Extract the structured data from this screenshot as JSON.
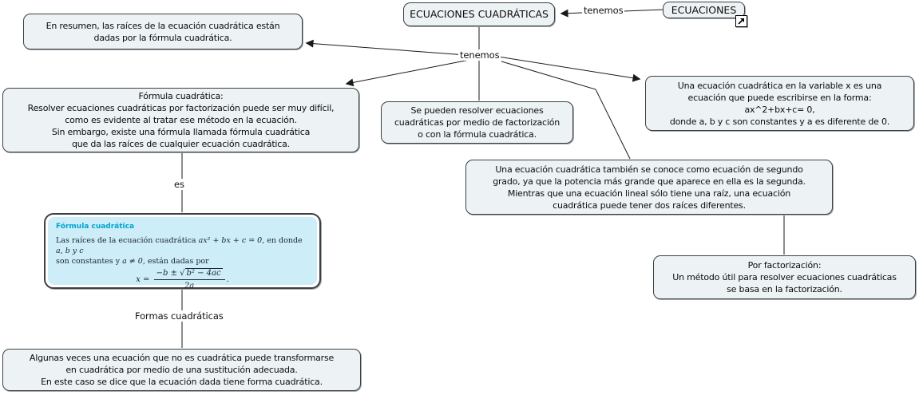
{
  "colors": {
    "node_fill": "#edf2f4",
    "node_border": "#3b4045",
    "node_text": "#0c0c0c",
    "line": "#1a1a1a",
    "formula_bg": "#cdedf8",
    "formula_title": "#00a4d1",
    "formula_text": "#1b2430"
  },
  "nodes": {
    "ecuaciones_cuadraticas": {
      "label": "ECUACIONES CUADRÁTICAS"
    },
    "ecuaciones": {
      "label": "ECUACIONES"
    },
    "resumen": {
      "text": "En resumen, las raíces de la ecuación cuadrática  están\ndadas por la fórmula cuadrática."
    },
    "formula_descripcion": {
      "text": "Fórmula cuadrática:\nResolver ecuaciones cuadráticas por factorización puede ser muy difícil,\ncomo es evidente al tratar ese método en la ecuación.\nSin embargo, existe una fórmula llamada fórmula cuadrática\nque da las raíces de cualquier ecuación cuadrática."
    },
    "se_pueden": {
      "text": "Se pueden resolver ecuaciones\ncuadráticas por medio de factorización\no  con la fórmula cuadrática."
    },
    "variable_x": {
      "text": "Una ecuación cuadrática en la variable x es una\necuación que puede  escribirse en la forma:\nax^2+bx+c= 0,\ndonde a, b y c son constantes y a es diferente de 0."
    },
    "segundo_grado": {
      "text": "Una ecuación cuadrática también se conoce como ecuación de segundo\ngrado, ya que la potencia más grande que aparece en ella es la segunda.\nMientras que una ecuación lineal sólo tiene una raíz, una ecuación\ncuadrática puede tener dos raíces diferentes."
    },
    "por_factorizacion": {
      "text": "Por factorización:\nUn método útil para resolver ecuaciones cuadráticas\nse basa en la factorización."
    },
    "forma_cuadratica": {
      "text": "Algunas veces una ecuación que no es cuadrática puede transformarse\nen cuadrática por medio de una sustitución adecuada.\nEn este caso se dice que la ecuación dada tiene forma cuadrática."
    }
  },
  "links": {
    "tenemos_top": "tenemos",
    "tenemos_mid": "tenemos",
    "es": "es",
    "formas_cuadraticas": "Formas cuadráticas"
  },
  "formula_box": {
    "title": "Fórmula cuadrática",
    "t1": "Las raíces de la ecuación cuadrática ",
    "m1": "ax² + bx + c = 0",
    "t2": ", en donde ",
    "m2": "a, b y c",
    "t3": "son constantes y ",
    "m3": "a ≠ 0",
    "t4": ", están dadas por",
    "eq_lhs": "x",
    "eq_rel": " = ",
    "eq_num_prefix": "−b ± ",
    "eq_sqrt": "√",
    "eq_radicand": "b² − 4ac",
    "eq_den": "2a",
    "eq_end": "."
  },
  "icons": {
    "resource_icon": "open-resource-arrow"
  }
}
